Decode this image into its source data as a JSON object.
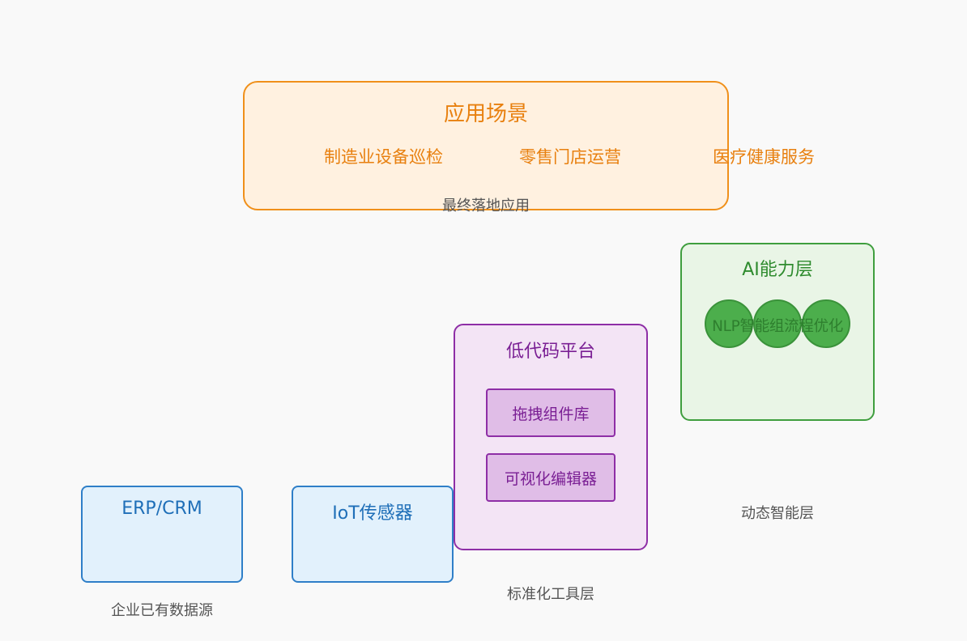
{
  "application_layer": {
    "title": "应用场景",
    "items": [
      "制造业设备巡检",
      "零售门店运营",
      "医疗健康服务"
    ],
    "subtitle": "最终落地应用",
    "colors": {
      "fill": "#fff1e0",
      "border": "#f0901a",
      "text": "#e8800f"
    }
  },
  "ai_layer": {
    "title": "AI能力层",
    "capabilities_label": "NLP智能组流程优化",
    "subtitle": "动态智能层",
    "colors": {
      "fill": "#e9f5e6",
      "border": "#3f9e3e",
      "circle": "#4cae4c"
    }
  },
  "lowcode_layer": {
    "title": "低代码平台",
    "components": [
      "拖拽组件库",
      "可视化编辑器"
    ],
    "subtitle": "标准化工具层",
    "colors": {
      "fill": "#f3e4f5",
      "border": "#8e2ea6",
      "inner_fill": "#e0bde7"
    }
  },
  "data_sources": {
    "items": [
      "ERP/CRM",
      "IoT传感器"
    ],
    "subtitle": "企业已有数据源",
    "colors": {
      "fill": "#e2f1fc",
      "border": "#2f7fc8",
      "text": "#1f6fb8"
    }
  }
}
